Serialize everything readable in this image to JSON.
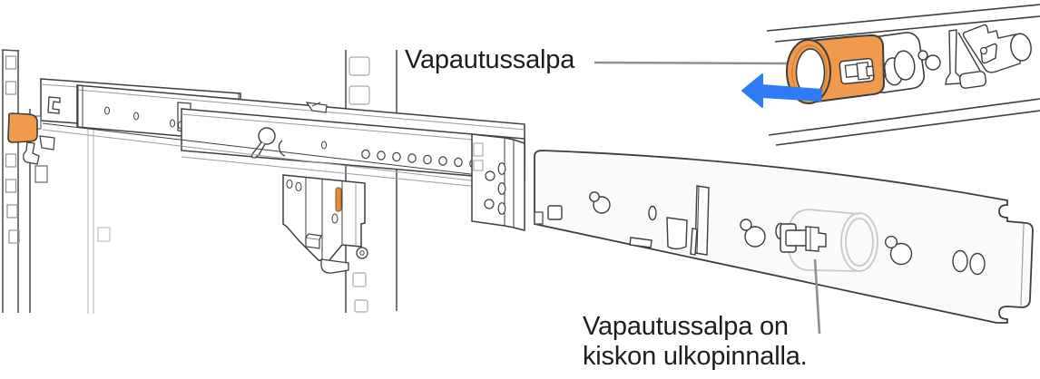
{
  "illustration": {
    "callouts": [
      {
        "id": "release-latch",
        "text": "Vapautussalpa",
        "target": "inset-release-latch-cylinder"
      },
      {
        "id": "latch-location",
        "line1": "Vapautussalpa on",
        "line2": "kiskon ulkopinnalla.",
        "target": "outer-rail-latch"
      }
    ],
    "icons": [
      {
        "name": "arrow-left-icon",
        "glyph": "←",
        "direction": "left",
        "color": "#2E7CF5"
      }
    ],
    "colors": {
      "latch_orange": "#F09A4E",
      "latch_orange_dark": "#D87F2E",
      "arrow_blue": "#2E7CF5",
      "outline_dark": "#3D3D3D",
      "outline_light": "#C8C8C8",
      "leader_gray": "#8F8F8F",
      "text_black": "#1D1D1F",
      "background": "#FFFFFF"
    }
  }
}
